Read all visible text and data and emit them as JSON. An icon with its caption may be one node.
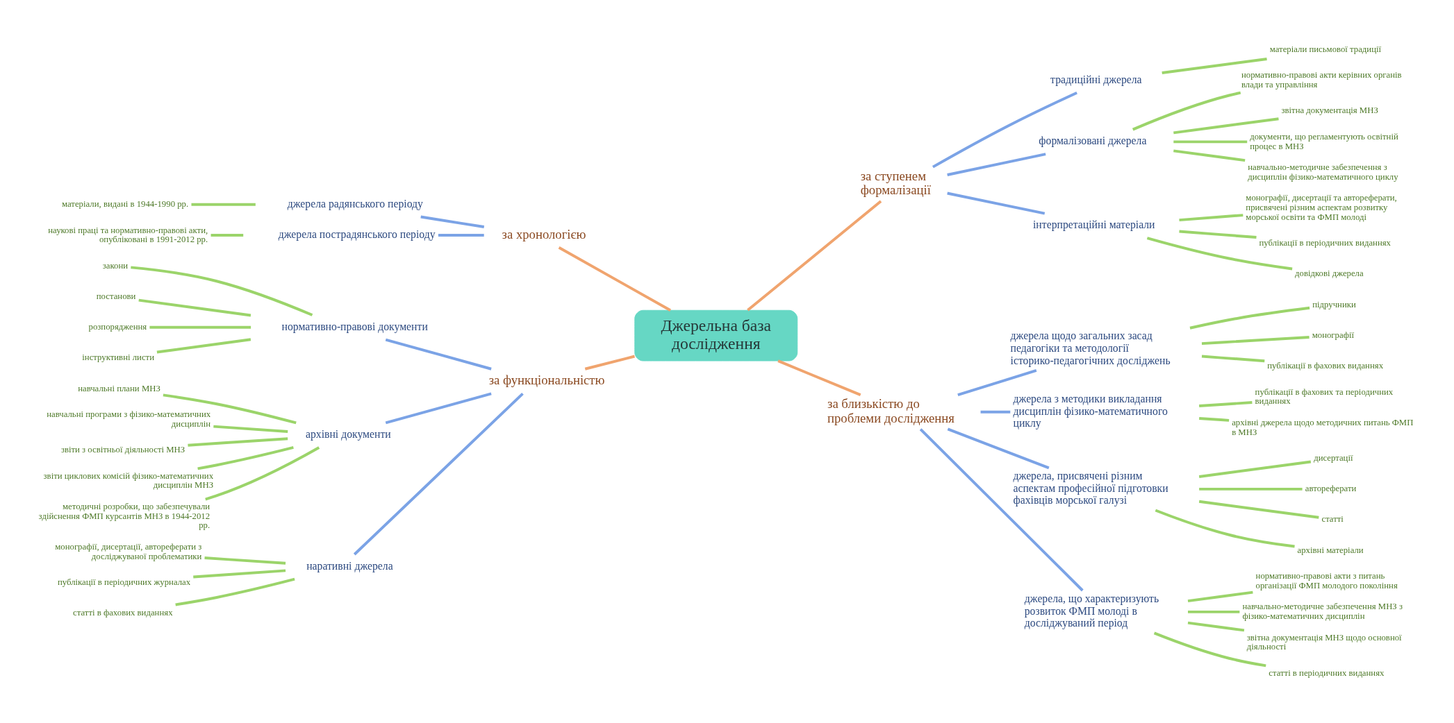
{
  "diagram": {
    "nodes": [
      {
        "text": [
          "Джерельна база дослідження"
        ]
      },
      {
        "text": [
          "за хронологією"
        ]
      },
      {
        "text": [
          "джерела радянського періоду"
        ]
      },
      {
        "text": [
          "матеріали, видані в 1944-1990 рр."
        ]
      },
      {
        "text": [
          "джерела пострадянського періоду"
        ]
      },
      {
        "text": [
          "наукові праці та нормативно-правові акти, опубліковані в 1991-2012 рр."
        ]
      },
      {
        "text": [
          "за ступенем формалізації"
        ]
      },
      {
        "text": [
          "традиційні джерела"
        ]
      },
      {
        "text": [
          "матеріали письмової традиції"
        ]
      },
      {
        "text": [
          "формалізовані джерела"
        ]
      },
      {
        "text": [
          "нормативно-правові акти керівних органів влади та управління"
        ]
      },
      {
        "text": [
          "звітна документація МНЗ"
        ]
      },
      {
        "text": [
          "документи, що регламентують освітній процес в МНЗ"
        ]
      },
      {
        "text": [
          "навчально-методичне забезпечення з дисциплін фізико-математичного циклу"
        ]
      },
      {
        "text": [
          "інтерпретаційні матеріали"
        ]
      },
      {
        "text": [
          "монографії, дисертації та автореферати, присвячені різним аспектам розвитку морської освіти та ФМП молоді"
        ]
      },
      {
        "text": [
          "публікації в періодичних виданнях"
        ]
      },
      {
        "text": [
          "довідкові джерела"
        ]
      },
      {
        "text": [
          "за функціональністю"
        ]
      },
      {
        "text": [
          "нормативно-правові документи"
        ]
      },
      {
        "text": [
          "закони"
        ]
      },
      {
        "text": [
          "постанови"
        ]
      },
      {
        "text": [
          "розпорядження"
        ]
      },
      {
        "text": [
          "інструктивні листи"
        ]
      },
      {
        "text": [
          "архівні документи"
        ]
      },
      {
        "text": [
          "навчальні плани МНЗ"
        ]
      },
      {
        "text": [
          "навчальні програми з фізико-математичних дисциплін"
        ]
      },
      {
        "text": [
          "звіти з освітньої діяльності МНЗ"
        ]
      },
      {
        "text": [
          "звіти циклових комісій фізико-математичних дисциплін МНЗ"
        ]
      },
      {
        "text": [
          "методичні розробки, що забезпечували здійснення ФМП курсантів МНЗ в 1944-2012 рр."
        ]
      },
      {
        "text": [
          "наративні джерела"
        ]
      },
      {
        "text": [
          "монографії, дисертації, автореферати з досліджуваної проблематики"
        ]
      },
      {
        "text": [
          "публікації в періодичних журналах"
        ]
      },
      {
        "text": [
          "статті в фахових виданнях"
        ]
      },
      {
        "text": [
          "за близькістю до проблеми дослідження"
        ]
      },
      {
        "text": [
          "джерела щодо загальних засад педагогіки та методології історико-педагогічних досліджень"
        ]
      },
      {
        "text": [
          "підручники"
        ]
      },
      {
        "text": [
          "монографії"
        ]
      },
      {
        "text": [
          "публікації в фахових виданнях"
        ]
      },
      {
        "text": [
          "джерела з методики викладання дисциплін фізико-математичного циклу"
        ]
      },
      {
        "text": [
          "публікації в фахових та періодичних виданнях"
        ]
      },
      {
        "text": [
          "архівні джерела щодо методичних питань ФМП в МНЗ"
        ]
      },
      {
        "text": [
          "джерела, присвячені різним аспектам професійної підготовки фахівців морської галузі"
        ]
      },
      {
        "text": [
          "дисертації"
        ]
      },
      {
        "text": [
          "автореферати"
        ]
      },
      {
        "text": [
          "статті"
        ]
      },
      {
        "text": [
          "архівні матеріали"
        ]
      },
      {
        "text": [
          "джерела, що характеризують розвиток ФМП молоді в досліджуваний період"
        ]
      },
      {
        "text": [
          "нормативно-правові акти з питань організації ФМП молодого покоління"
        ]
      },
      {
        "text": [
          "навчально-методичне забезпечення МНЗ з фізико-математичних дисциплін"
        ]
      },
      {
        "text": [
          "звітна документація МНЗ щодо основної діяльності"
        ]
      },
      {
        "text": [
          "статті в періодичних виданнях"
        ]
      }
    ],
    "edges": [
      {
        "from": 0,
        "to": 1,
        "arrow": "none",
        "color": "#f0a46e"
      },
      {
        "from": 1,
        "to": 2,
        "arrow": "none",
        "color": "#7ba3e6"
      },
      {
        "from": 2,
        "to": 3,
        "arrow": "none"
      },
      {
        "from": 1,
        "to": 4,
        "arrow": "none",
        "color": "#7ba3e6"
      },
      {
        "from": 4,
        "to": 5,
        "arrow": "none"
      },
      {
        "from": 0,
        "to": 6,
        "arrow": "none",
        "color": "#f0a46e"
      },
      {
        "from": 6,
        "to": 7,
        "arrow": "none",
        "color": "#7ba3e6"
      },
      {
        "from": 7,
        "to": 8,
        "arrow": "none"
      },
      {
        "from": 6,
        "to": 9,
        "arrow": "none",
        "color": "#7ba3e6"
      },
      {
        "from": 9,
        "to": 10,
        "arrow": "none"
      },
      {
        "from": 9,
        "to": 11,
        "arrow": "none"
      },
      {
        "from": 9,
        "to": 12,
        "arrow": "none"
      },
      {
        "from": 9,
        "to": 13,
        "arrow": "none"
      },
      {
        "from": 6,
        "to": 14,
        "arrow": "none",
        "color": "#7ba3e6"
      },
      {
        "from": 14,
        "to": 15,
        "arrow": "none"
      },
      {
        "from": 14,
        "to": 16,
        "arrow": "none"
      },
      {
        "from": 14,
        "to": 17,
        "arrow": "none"
      },
      {
        "from": 0,
        "to": 18,
        "arrow": "none",
        "color": "#f0a46e"
      },
      {
        "from": 18,
        "to": 19,
        "arrow": "none",
        "color": "#7ba3e6"
      },
      {
        "from": 19,
        "to": 20,
        "arrow": "none"
      },
      {
        "from": 19,
        "to": 21,
        "arrow": "none"
      },
      {
        "from": 19,
        "to": 22,
        "arrow": "none"
      },
      {
        "from": 19,
        "to": 23,
        "arrow": "none"
      },
      {
        "from": 18,
        "to": 24,
        "arrow": "none",
        "color": "#7ba3e6"
      },
      {
        "from": 24,
        "to": 25,
        "arrow": "none"
      },
      {
        "from": 24,
        "to": 26,
        "arrow": "none"
      },
      {
        "from": 24,
        "to": 27,
        "arrow": "none"
      },
      {
        "from": 24,
        "to": 28,
        "arrow": "none"
      },
      {
        "from": 24,
        "to": 29,
        "arrow": "none"
      },
      {
        "from": 18,
        "to": 30,
        "arrow": "none",
        "color": "#7ba3e6"
      },
      {
        "from": 30,
        "to": 31,
        "arrow": "none"
      },
      {
        "from": 30,
        "to": 32,
        "arrow": "none"
      },
      {
        "from": 30,
        "to": 33,
        "arrow": "none"
      },
      {
        "from": 0,
        "to": 34,
        "arrow": "none",
        "color": "#f0a46e"
      },
      {
        "from": 34,
        "to": 35,
        "arrow": "none",
        "color": "#7ba3e6"
      },
      {
        "from": 35,
        "to": 36,
        "arrow": "none"
      },
      {
        "from": 35,
        "to": 37,
        "arrow": "none"
      },
      {
        "from": 35,
        "to": 38,
        "arrow": "none"
      },
      {
        "from": 34,
        "to": 39,
        "arrow": "none",
        "color": "#7ba3e6"
      },
      {
        "from": 39,
        "to": 40,
        "arrow": "none"
      },
      {
        "from": 39,
        "to": 41,
        "arrow": "none"
      },
      {
        "from": 34,
        "to": 42,
        "arrow": "none",
        "color": "#7ba3e6"
      },
      {
        "from": 42,
        "to": 43,
        "arrow": "none"
      },
      {
        "from": 42,
        "to": 44,
        "arrow": "none"
      },
      {
        "from": 42,
        "to": 45,
        "arrow": "none"
      },
      {
        "from": 42,
        "to": 46,
        "arrow": "none"
      },
      {
        "from": 34,
        "to": 47,
        "arrow": "none",
        "color": "#7ba3e6"
      },
      {
        "from": 47,
        "to": 48,
        "arrow": "none"
      },
      {
        "from": 47,
        "to": 49,
        "arrow": "none"
      },
      {
        "from": 47,
        "to": 50,
        "arrow": "none"
      },
      {
        "from": 47,
        "to": 51,
        "arrow": "none"
      }
    ]
  }
}
